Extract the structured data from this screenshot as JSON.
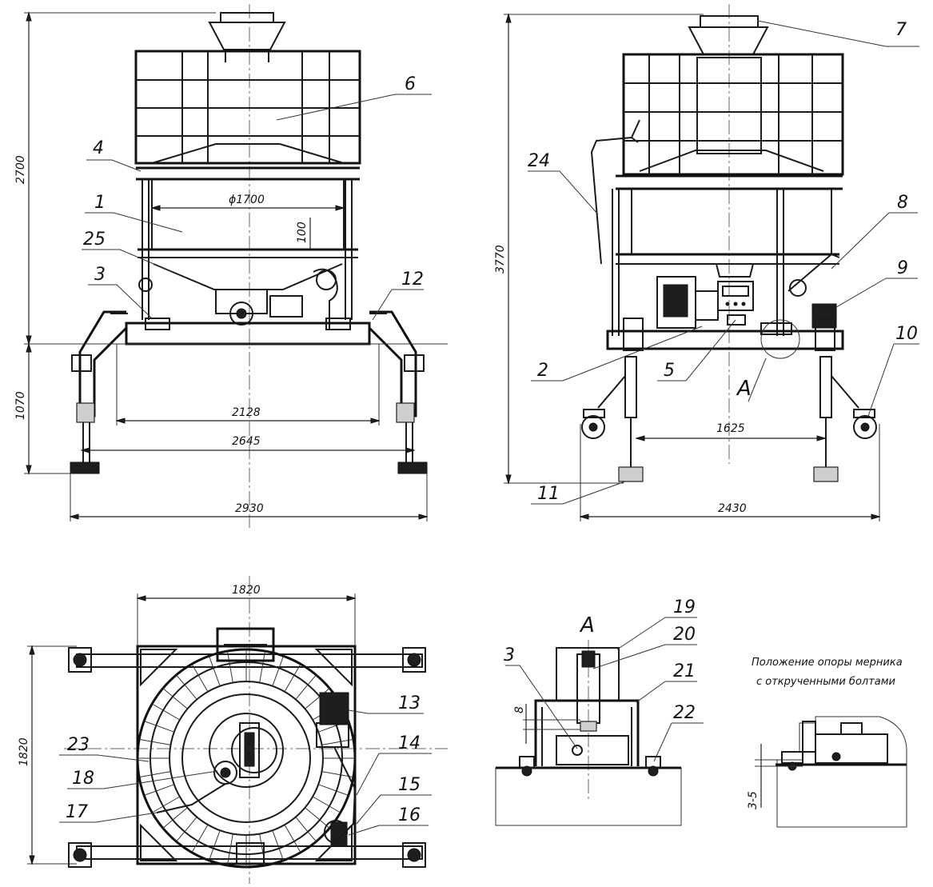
{
  "dimensions": {
    "front_total_height": "2700",
    "front_base_height": "1070",
    "tank_diameter": "ϕ1700",
    "rim_offset": "100",
    "span_inner": "2128",
    "span_mid": "2645",
    "span_overall": "2930",
    "side_total_height": "3770",
    "side_wheelbase": "1625",
    "side_overall": "2430",
    "plan_width": "1820",
    "plan_depth": "1820",
    "detail_gap": "8",
    "detail_gap_loose": "3-5"
  },
  "callouts": {
    "c1": "1",
    "c2": "2",
    "c3": "3",
    "c4": "4",
    "c5": "5",
    "c6": "6",
    "c7": "7",
    "c8": "8",
    "c9": "9",
    "c10": "10",
    "c11": "11",
    "c12": "12",
    "c13": "13",
    "c14": "14",
    "c15": "15",
    "c16": "16",
    "c17": "17",
    "c18": "18",
    "c19": "19",
    "c20": "20",
    "c21": "21",
    "c22": "22",
    "c23": "23",
    "c24": "24",
    "c25": "25",
    "c3_detail": "3"
  },
  "view_labels": {
    "section_mark": "А",
    "detail_title": "А"
  },
  "note": {
    "line1": "Положение опоры мерника",
    "line2": "с открученными болтами"
  }
}
